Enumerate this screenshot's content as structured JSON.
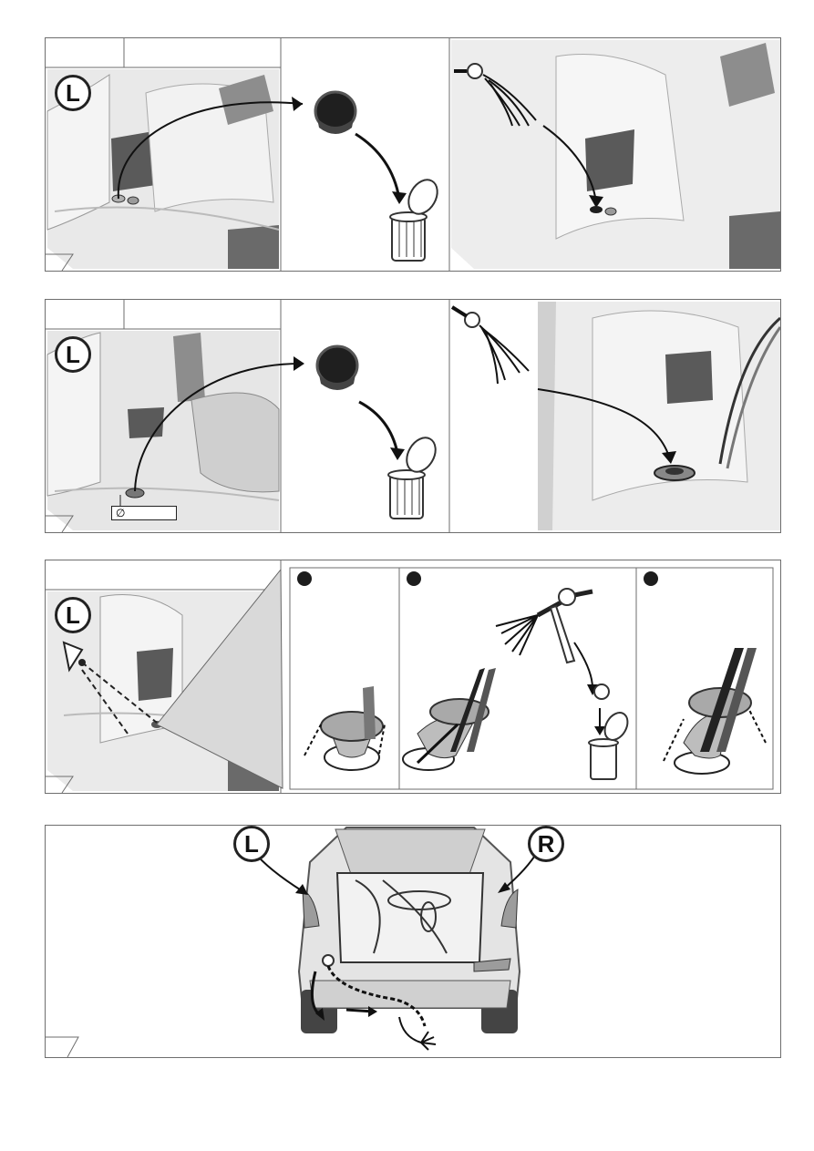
{
  "panels": {
    "row1": {
      "letter": "L"
    },
    "row2": {
      "letter": "L",
      "diameter_symbol": "∅",
      "diameter_value": ""
    },
    "row3": {
      "letter": "L"
    },
    "row4": {
      "letter_left": "L",
      "letter_right": "R"
    }
  },
  "colors": {
    "panel_fill": "#e4e4e4",
    "line": "#1d1d1d",
    "border": "#6e6e6e"
  }
}
